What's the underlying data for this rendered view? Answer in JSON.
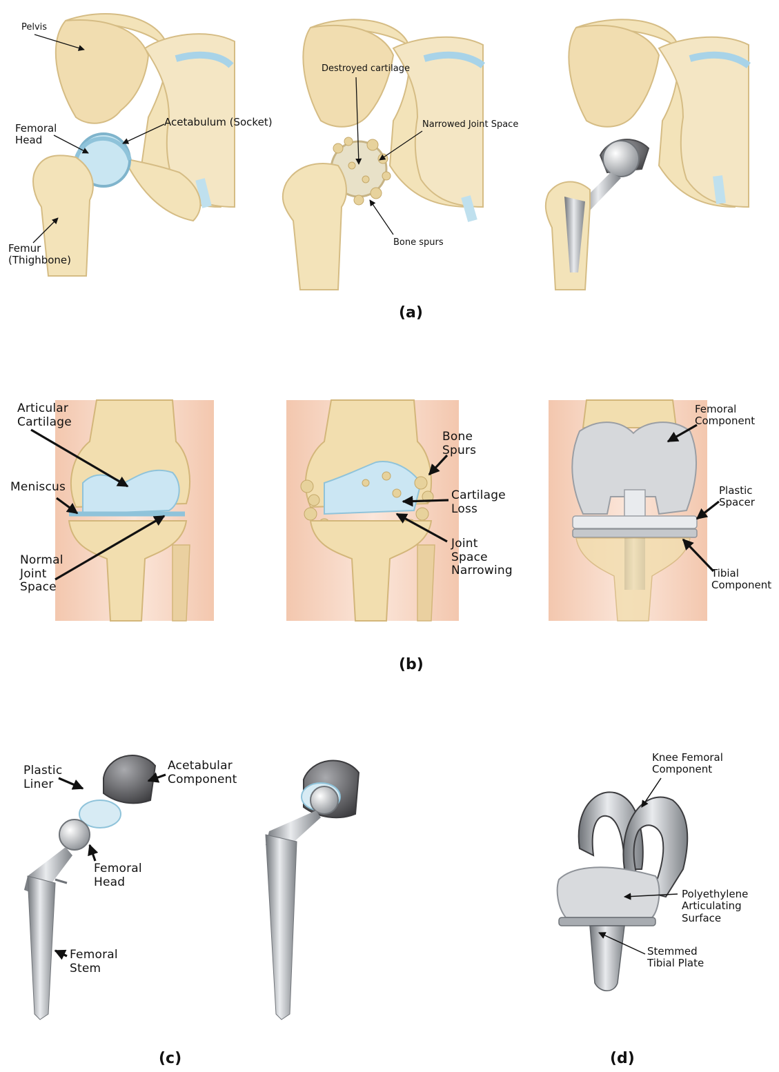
{
  "captions": {
    "a": "(a)",
    "b": "(b)",
    "c": "(c)",
    "d": "(d)"
  },
  "hip_normal": {
    "pelvis": "Pelvis",
    "femoral_head": "Femoral\nHead",
    "acetabulum": "Acetabulum (Socket)",
    "femur": "Femur\n(Thighbone)"
  },
  "hip_arthritic": {
    "destroyed_cartilage": "Destroyed cartilage",
    "narrowed_joint_space": "Narrowed Joint Space",
    "bone_spurs": "Bone spurs"
  },
  "knee_normal": {
    "articular_cartilage": "Articular\nCartilage",
    "meniscus": "Meniscus",
    "normal_joint_space": "Normal\nJoint\nSpace"
  },
  "knee_arthritic": {
    "bone_spurs": "Bone\nSpurs",
    "cartilage_loss": "Cartilage\nLoss",
    "joint_space_narrowing": "Joint\nSpace\nNarrowing"
  },
  "knee_replacement": {
    "femoral_component": "Femoral\nComponent",
    "plastic_spacer": "Plastic\nSpacer",
    "tibial_component": "Tibial\nComponent"
  },
  "hip_implant_exploded": {
    "plastic_liner": "Plastic\nLiner",
    "acetabular_component": "Acetabular\nComponent",
    "femoral_head": "Femoral\nHead",
    "femoral_stem": "Femoral\nStem"
  },
  "knee_implant": {
    "knee_femoral_component": "Knee Femoral\nComponent",
    "polyethylene": "Polyethylene\nArticulating\nSurface",
    "stemmed_tibial": "Stemmed\nTibial Plate"
  },
  "colors": {
    "bone": "#f3e3b9",
    "bone_dark": "#d9bf85",
    "cartilage": "#bfe0ee",
    "skin": "#f6d3bf",
    "metal": "#9a9ea4",
    "metal_light": "#e4e6e9",
    "arrow": "#111111"
  }
}
